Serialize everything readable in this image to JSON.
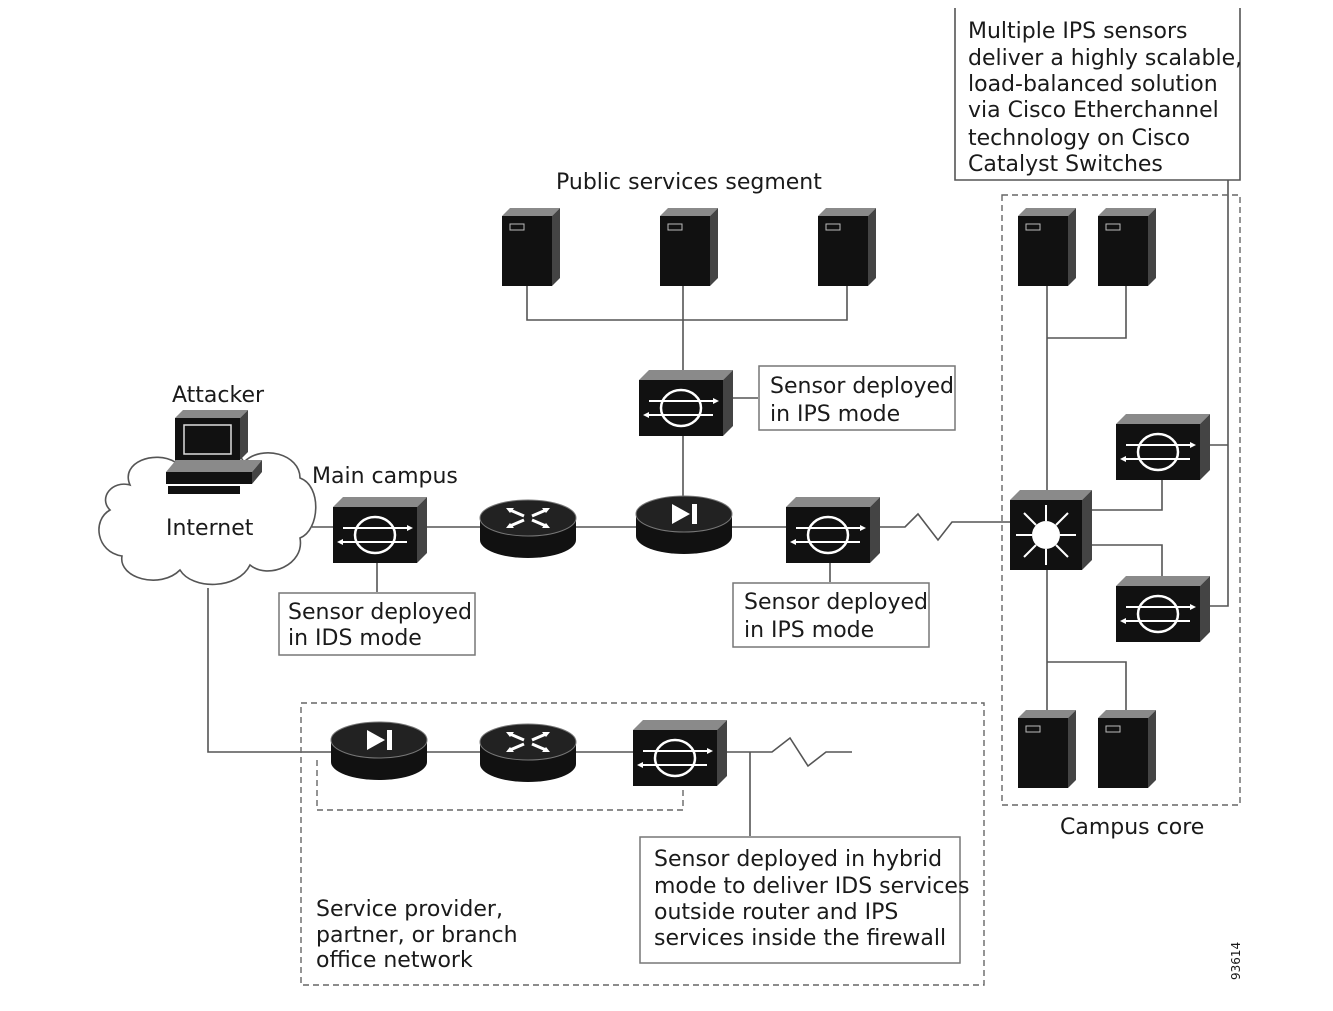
{
  "labels": {
    "attacker": "Attacker",
    "internet": "Internet",
    "main_campus": "Main campus",
    "public_services": "Public services segment",
    "sensor_ips_top": [
      "Sensor deployed",
      "in IPS mode"
    ],
    "sensor_ips_mid": [
      "Sensor deployed",
      "in IPS mode"
    ],
    "sensor_ids": [
      "Sensor deployed",
      "in IDS mode"
    ],
    "multiple_ips": [
      "Multiple IPS sensors",
      "deliver a highly scalable,",
      "load-balanced solution",
      "via Cisco Etherchannel",
      "technology on Cisco",
      "Catalyst Switches"
    ],
    "campus_core": "Campus core",
    "hybrid": [
      "Sensor deployed in hybrid",
      "mode to deliver IDS services",
      "outside router and IPS",
      "services inside the firewall"
    ],
    "service_provider": [
      "Service provider,",
      "partner, or branch",
      "office network"
    ],
    "figure_id": "93614"
  },
  "colors": {
    "device": "#111111",
    "line": "#555555"
  },
  "icons": [
    "server-icon",
    "ips-sensor-icon",
    "router-icon",
    "firewall-icon",
    "switch-icon",
    "workstation-icon",
    "cloud-icon"
  ]
}
